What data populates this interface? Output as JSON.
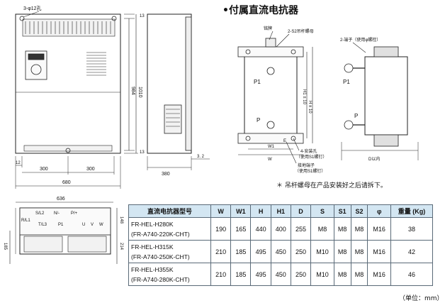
{
  "section_title": "•付属直流电抗器",
  "note": "＊ 吊杆螺母在产品安装好之后请拆下。",
  "unit": "（单位：mm）",
  "inverter_front": {
    "hole_label": "3-φ12孔",
    "dim_top": "13",
    "dim_984": "984",
    "dim_1010": "1010",
    "dim_bottom": "13",
    "dim_12": "12",
    "dim_300a": "300",
    "dim_300b": "300",
    "dim_680": "680"
  },
  "inverter_side": {
    "dim_380": "380",
    "dim_3_2": "3. 2"
  },
  "inverter_bottom": {
    "dim_636": "636",
    "dim_148": "148",
    "dim_214": "214",
    "dim_185": "185",
    "terminals": [
      "R/L1",
      "S/L2",
      "T/L3",
      "N/-",
      "P1",
      "P/+",
      "U",
      "V",
      "W"
    ]
  },
  "reactor_front": {
    "label_plate": "铭牌",
    "label_hook": "2-S2吊杆螺母",
    "label_p1": "P1",
    "label_p": "P",
    "label_h1": "H1 ± 10",
    "label_h": "H ± 10",
    "label_w1": "W1",
    "label_w": "W",
    "label_holes": "4-安装孔",
    "label_holes_sub": "（使用S1螺钉）",
    "label_ground": "接地端子",
    "label_ground_sub": "（使用S1螺钉）",
    "label_e": "E"
  },
  "reactor_side": {
    "label_terminal": "2-端子（使用φ螺栓）",
    "label_p1": "P1",
    "label_p": "P",
    "label_d": "D以内"
  },
  "table": {
    "headers": [
      "直流电抗器型号",
      "W",
      "W1",
      "H",
      "H1",
      "D",
      "S",
      "S1",
      "S2",
      "φ",
      "重量 (Kg)"
    ],
    "rows": [
      {
        "model": "FR-HEL-H280K",
        "model_sub": "(FR-A740-220K-CHT)",
        "values": [
          "190",
          "165",
          "440",
          "400",
          "255",
          "M8",
          "M8",
          "M8",
          "M16",
          "38"
        ]
      },
      {
        "model": "FR-HEL-H315K",
        "model_sub": "(FR-A740-250K-CHT)",
        "values": [
          "210",
          "185",
          "495",
          "450",
          "250",
          "M10",
          "M8",
          "M8",
          "M16",
          "42"
        ]
      },
      {
        "model": "FR-HEL-H355K",
        "model_sub": "(FR-A740-280K-CHT)",
        "values": [
          "210",
          "185",
          "495",
          "450",
          "250",
          "M10",
          "M8",
          "M8",
          "M16",
          "46"
        ]
      }
    ]
  }
}
